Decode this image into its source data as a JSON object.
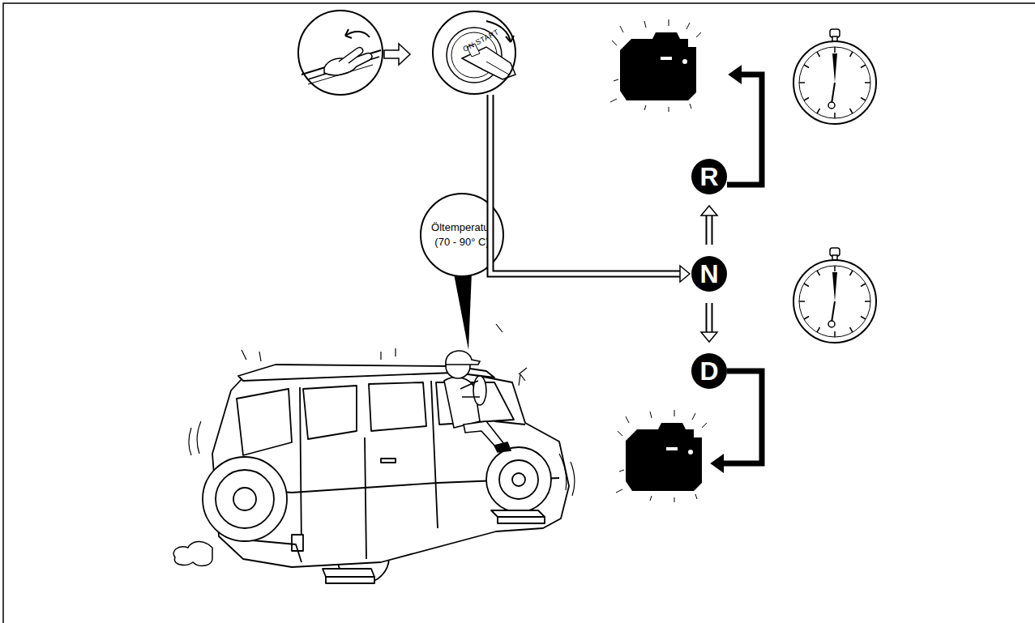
{
  "diagram": {
    "nodes": [
      {
        "text": [
          "ON START"
        ]
      },
      {
        "text": [
          "R"
        ]
      },
      {
        "text": [
          "N"
        ]
      },
      {
        "text": [
          "D"
        ]
      },
      {
        "text": [
          "Öltemperatur (70 - 90° C)"
        ]
      }
    ],
    "edges": [
      {
        "from": 0,
        "to": 2,
        "arrow": "to"
      },
      {
        "from": 2,
        "to": 1,
        "arrow": "to"
      },
      {
        "from": 2,
        "to": 3,
        "arrow": "to"
      }
    ]
  }
}
